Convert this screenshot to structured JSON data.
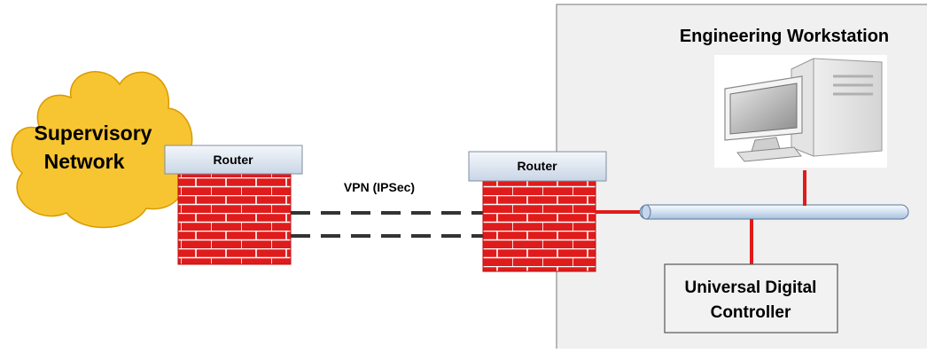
{
  "diagram": {
    "cloud_label_line1": "Supervisory",
    "cloud_label_line2": "Network",
    "router_left_label": "Router",
    "router_right_label": "Router",
    "vpn_label": "VPN (IPSec)",
    "zone_title": "Engineering Workstation",
    "controller_label_line1": "Universal Digital",
    "controller_label_line2": "Controller"
  },
  "colors": {
    "cloud_fill": "#f7c531",
    "cloud_stroke": "#d99a00",
    "firewall_red": "#e01b1b",
    "router_cap_top": "#f4f7fb",
    "router_cap_bottom": "#c9d6e6",
    "connection_red": "#e01b1b",
    "zone_fill": "#f0f0f0",
    "bus_fill": "#dde8f5",
    "vpn_dash": "#333333"
  },
  "icons": [
    "cloud-icon",
    "firewall-icon",
    "workstation-icon",
    "network-bus-icon"
  ]
}
